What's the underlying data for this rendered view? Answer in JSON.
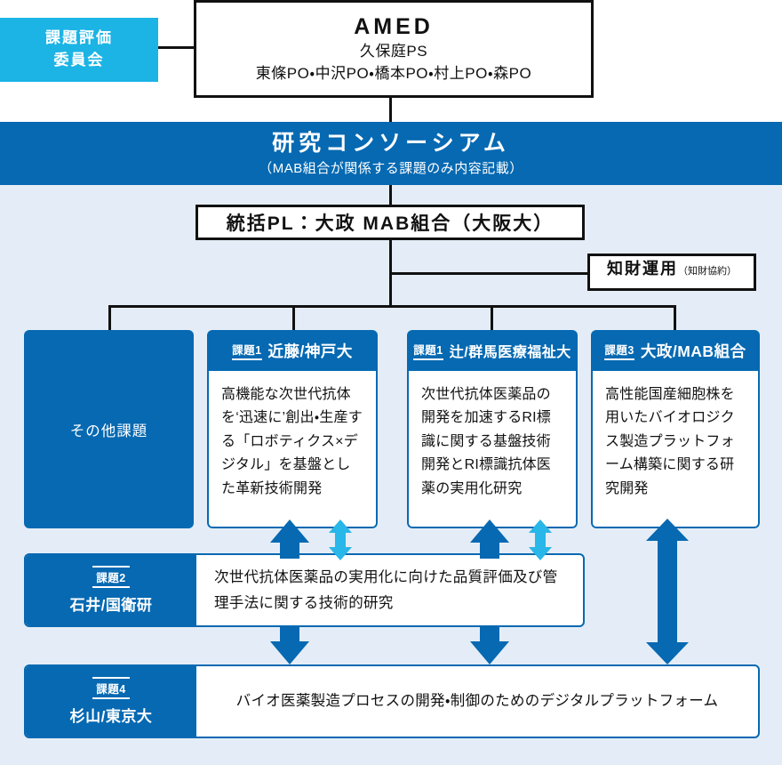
{
  "colors": {
    "brand_blue": "#0669b2",
    "accent_cyan": "#1cb4e5",
    "background": "#e4edf7",
    "outline": "#111111",
    "white": "#ffffff"
  },
  "evaluation_committee": {
    "line1": "課題評価",
    "line2": "委員会"
  },
  "amed": {
    "title": "AMED",
    "ps": "久保庭PS",
    "po": "東條PO・中沢PO・橋本PO・村上PO・森PO"
  },
  "consortium": {
    "title": "研究コンソーシアム",
    "note": "（MAB組合が関係する課題のみ内容記載）"
  },
  "pl": {
    "label": "統括PL：大政  MAB組合（大阪大）"
  },
  "ip": {
    "main": "知財運用",
    "sub": "（知財協約）"
  },
  "other_task": {
    "label": "その他課題"
  },
  "projects": [
    {
      "tag": "課題1",
      "who": "近藤/神戸大",
      "body": "高機能な次世代抗体を‘迅速に’創出・生産する「ロボティクス×デジタル」を基盤とした革新技術開発"
    },
    {
      "tag": "課題1",
      "who": "辻/群馬医療福祉大",
      "body": "次世代抗体医薬品の開発を加速するRI標識に関する基盤技術開発とRI標識抗体医薬の実用化研究"
    },
    {
      "tag": "課題3",
      "who": "大政/MAB組合",
      "body": "高性能国産細胞株を用いたバイオロジクス製造プラットフォーム構築に関する研究開発"
    }
  ],
  "wide_rows": [
    {
      "tag": "課題2",
      "who": "石井/国衛研",
      "body": "次世代抗体医薬品の実用化に向けた品質評価及び管理手法に関する技術的研究"
    },
    {
      "tag": "課題4",
      "who": "杉山/東京大",
      "body": "バイオ医薬製造プロセスの開発・制御のためのデジタルプラットフォーム"
    }
  ]
}
